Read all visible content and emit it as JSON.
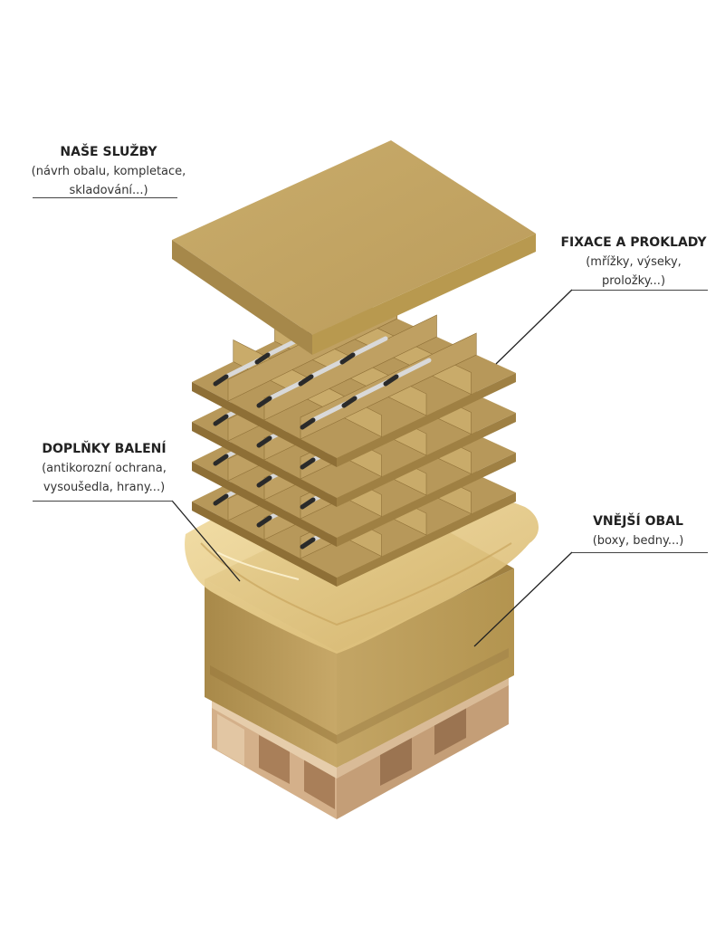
{
  "labels": {
    "services": {
      "title": "NAŠE SLUŽBY",
      "line1": "(návrh obalu, kompletace,",
      "line2": "skladování...)"
    },
    "fixation": {
      "title": "FIXACE A PROKLADY",
      "line1": "(mřížky, výseky,",
      "line2": "proložky...)"
    },
    "accessories": {
      "title": "DOPLŇKY BALENÍ",
      "line1": "(antikorozní ochrana,",
      "line2": "vysoušedla, hrany...)"
    },
    "outer": {
      "title": "VNĚJŠÍ OBAL",
      "line1": "(boxy, bedny...)"
    }
  },
  "colors": {
    "cardboard_top": "#c8aa68",
    "cardboard_side": "#b08e4e",
    "cardboard_dark": "#8e6f36",
    "liner": "#e9cf8e",
    "wood": "#d8b58f",
    "wood_dark": "#a87f5a",
    "leader": "#222222"
  }
}
